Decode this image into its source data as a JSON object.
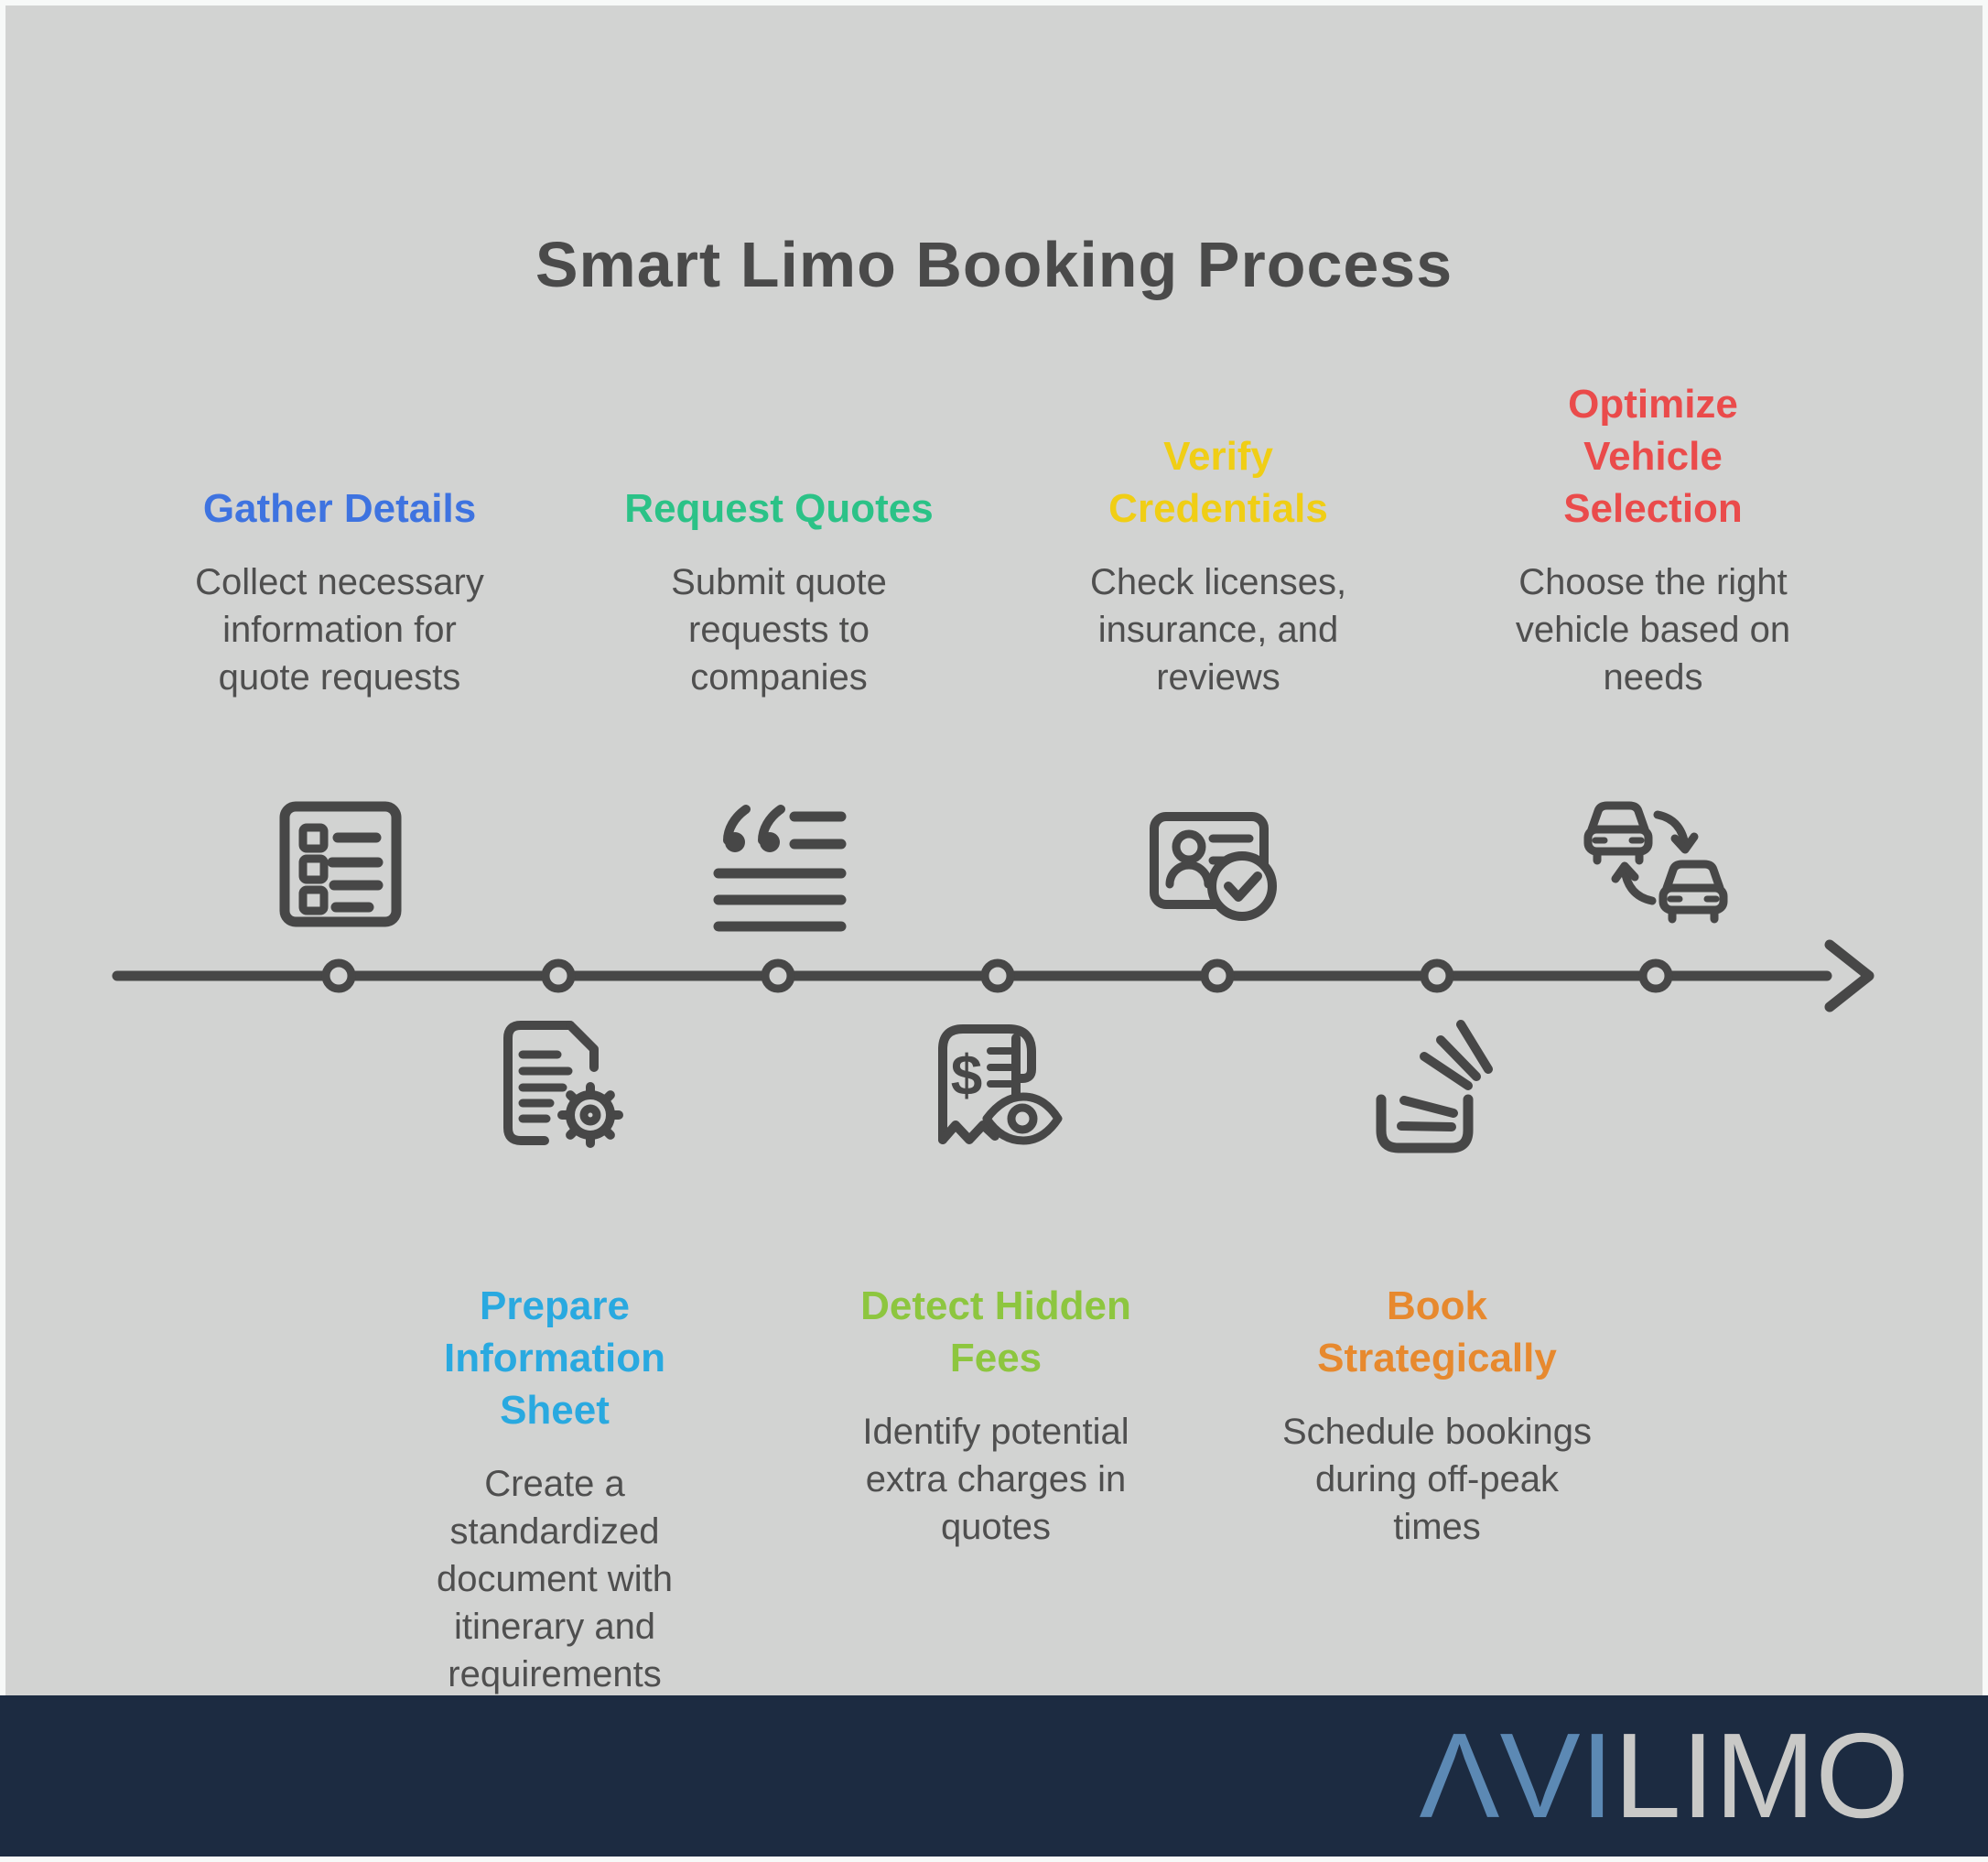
{
  "title": "Smart Limo Booking Process",
  "steps": [
    {
      "id": "gather-details",
      "title": "Gather Details",
      "description": "Collect necessary information for quote requests",
      "color": "#3E73E0",
      "position": "above",
      "icon": "checklist-icon"
    },
    {
      "id": "prepare-information-sheet",
      "title": "Prepare Information Sheet",
      "description": "Create a standardized document with itinerary and requirements",
      "color": "#29A9E0",
      "position": "below",
      "icon": "document-gear-icon"
    },
    {
      "id": "request-quotes",
      "title": "Request Quotes",
      "description": "Submit quote requests to companies",
      "color": "#2BC287",
      "position": "above",
      "icon": "quote-lines-icon"
    },
    {
      "id": "detect-hidden-fees",
      "title": "Detect Hidden Fees",
      "description": "Identify potential extra charges in quotes",
      "color": "#8DC63F",
      "position": "below",
      "icon": "receipt-eye-icon"
    },
    {
      "id": "verify-credentials",
      "title": "Verify Credentials",
      "description": "Check licenses, insurance, and reviews",
      "color": "#F0CE15",
      "position": "above",
      "icon": "id-card-check-icon"
    },
    {
      "id": "book-strategically",
      "title": "Book Strategically",
      "description": "Schedule bookings during off-peak times",
      "color": "#E7892E",
      "position": "below",
      "icon": "stack-tray-icon"
    },
    {
      "id": "optimize-vehicle-selection",
      "title": "Optimize Vehicle Selection",
      "description": "Choose the right vehicle based on needs",
      "color": "#EA4B4B",
      "position": "above",
      "icon": "cars-swap-icon"
    }
  ],
  "timeline": {
    "node_count": 7,
    "direction": "left-to-right",
    "line_color": "#474747"
  },
  "footer": {
    "logo_part1": "ΛVI",
    "logo_part2": "LIMO",
    "bar_color": "#1C2B41",
    "logo_part1_color": "#5C89B4",
    "logo_part2_color": "#C9C9C7"
  },
  "colors": {
    "background": "#D2D3D2",
    "frame": "#F7F9F8",
    "title_text": "#4A4A4A",
    "body_text": "#4F4F4F"
  }
}
